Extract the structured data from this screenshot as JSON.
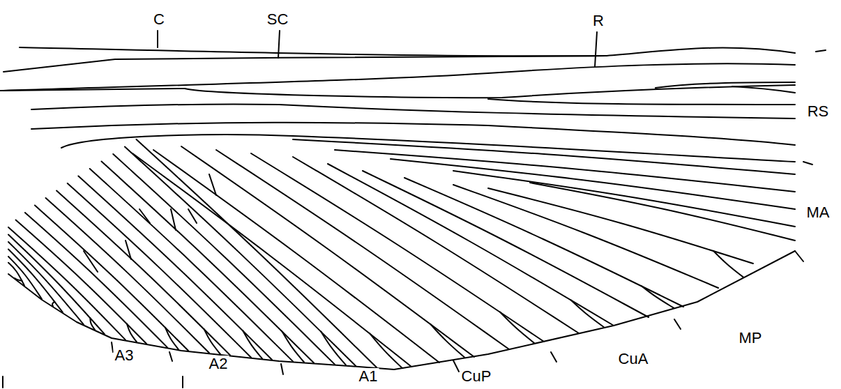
{
  "diagram": {
    "labels": [
      "C",
      "SC",
      "R",
      "RS",
      "MA",
      "MP",
      "CuA",
      "CuP",
      "A1",
      "A2",
      "A3"
    ]
  }
}
